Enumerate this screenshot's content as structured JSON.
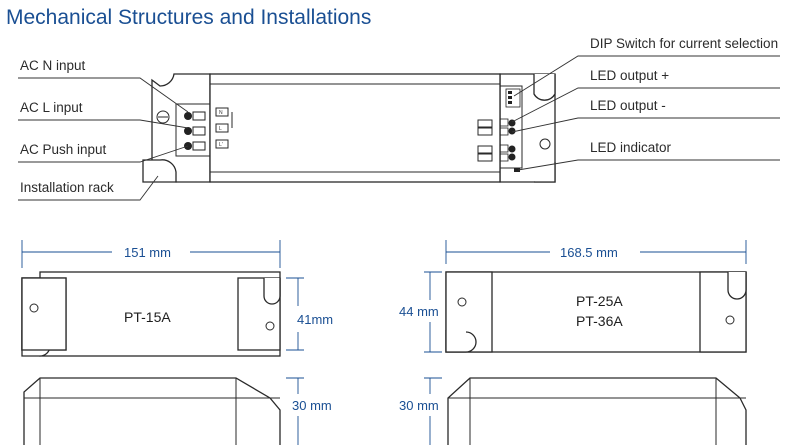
{
  "title": "Mechanical Structures and Installations",
  "callouts_left": {
    "ac_n": "AC N input",
    "ac_l": "AC L input",
    "ac_push": "AC Push input",
    "rack": "Installation rack"
  },
  "callouts_right": {
    "dip": "DIP Switch for current selection",
    "led_plus": "LED output +",
    "led_minus": "LED output -",
    "indicator": "LED indicator"
  },
  "models": {
    "small": {
      "name": "PT-15A",
      "length": "151 mm",
      "width": "41mm",
      "height": "30 mm"
    },
    "large": {
      "name_1": "PT-25A",
      "name_2": "PT-36A",
      "length": "168.5 mm",
      "width": "44 mm",
      "height": "30 mm"
    }
  },
  "colors": {
    "title": "#1a4f93",
    "dimension": "#1a4f93",
    "outline": "#2a2a2a"
  }
}
